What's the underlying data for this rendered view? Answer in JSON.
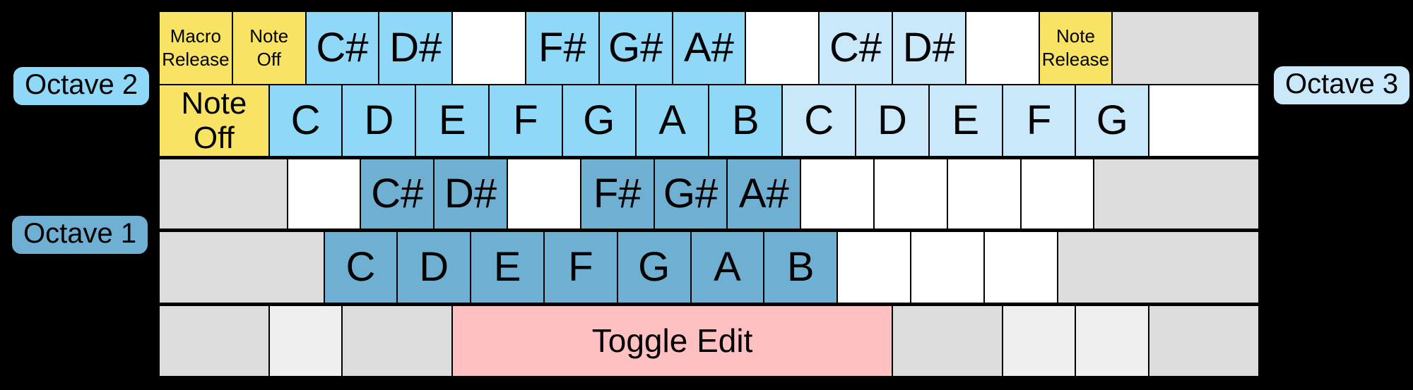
{
  "palette": {
    "yellow": "#F8E364",
    "octave1": "#6FAFD1",
    "octave2": "#8FD8F7",
    "octave3": "#C9E9FB",
    "pink": "#FFC0C1",
    "gray": "#DCDCDC",
    "grayLight": "#EFEFEF",
    "white": "#FFFFFF",
    "background": "#000000"
  },
  "badges": {
    "octave1": "Octave 1",
    "octave2": "Octave 2",
    "octave3": "Octave 3"
  },
  "keyboard": {
    "rows": [
      {
        "keys": [
          {
            "name": "key-macro-release",
            "label": "Macro\nRelease",
            "color": "yellow",
            "w": 1,
            "size": "xs"
          },
          {
            "name": "key-note-off",
            "label": "Note\nOff",
            "color": "yellow",
            "w": 1,
            "size": "xs"
          },
          {
            "name": "key-note-cs-oct2",
            "label": "C#",
            "color": "octave2",
            "w": 1,
            "size": "lg"
          },
          {
            "name": "key-note-ds-oct2",
            "label": "D#",
            "color": "octave2",
            "w": 1,
            "size": "lg"
          },
          {
            "name": "key-unmapped",
            "label": "",
            "color": "white",
            "w": 1,
            "size": "lg"
          },
          {
            "name": "key-note-fs-oct2",
            "label": "F#",
            "color": "octave2",
            "w": 1,
            "size": "lg"
          },
          {
            "name": "key-note-gs-oct2",
            "label": "G#",
            "color": "octave2",
            "w": 1,
            "size": "lg"
          },
          {
            "name": "key-note-as-oct2",
            "label": "A#",
            "color": "octave2",
            "w": 1,
            "size": "lg"
          },
          {
            "name": "key-unmapped",
            "label": "",
            "color": "white",
            "w": 1,
            "size": "lg"
          },
          {
            "name": "key-note-cs-oct3",
            "label": "C#",
            "color": "octave3",
            "w": 1,
            "size": "lg"
          },
          {
            "name": "key-note-ds-oct3",
            "label": "D#",
            "color": "octave3",
            "w": 1,
            "size": "lg"
          },
          {
            "name": "key-unmapped",
            "label": "",
            "color": "white",
            "w": 1,
            "size": "lg"
          },
          {
            "name": "key-note-release",
            "label": "Note\nRelease",
            "color": "yellow",
            "w": 1,
            "size": "xs"
          },
          {
            "name": "key-modifier",
            "label": "",
            "color": "gray",
            "w": 2,
            "size": "lg"
          }
        ]
      },
      {
        "keys": [
          {
            "name": "key-note-off-tab",
            "label": "Note\nOff",
            "color": "yellow",
            "w": 1.5,
            "size": "md"
          },
          {
            "name": "key-note-c-oct2",
            "label": "C",
            "color": "octave2",
            "w": 1,
            "size": "lg"
          },
          {
            "name": "key-note-d-oct2",
            "label": "D",
            "color": "octave2",
            "w": 1,
            "size": "lg"
          },
          {
            "name": "key-note-e-oct2",
            "label": "E",
            "color": "octave2",
            "w": 1,
            "size": "lg"
          },
          {
            "name": "key-note-f-oct2",
            "label": "F",
            "color": "octave2",
            "w": 1,
            "size": "lg"
          },
          {
            "name": "key-note-g-oct2",
            "label": "G",
            "color": "octave2",
            "w": 1,
            "size": "lg"
          },
          {
            "name": "key-note-a-oct2",
            "label": "A",
            "color": "octave2",
            "w": 1,
            "size": "lg"
          },
          {
            "name": "key-note-b-oct2",
            "label": "B",
            "color": "octave2",
            "w": 1,
            "size": "lg"
          },
          {
            "name": "key-note-c-oct3",
            "label": "C",
            "color": "octave3",
            "w": 1,
            "size": "lg"
          },
          {
            "name": "key-note-d-oct3",
            "label": "D",
            "color": "octave3",
            "w": 1,
            "size": "lg"
          },
          {
            "name": "key-note-e-oct3",
            "label": "E",
            "color": "octave3",
            "w": 1,
            "size": "lg"
          },
          {
            "name": "key-note-f-oct3",
            "label": "F",
            "color": "octave3",
            "w": 1,
            "size": "lg"
          },
          {
            "name": "key-note-g-oct3",
            "label": "G",
            "color": "octave3",
            "w": 1,
            "size": "lg"
          },
          {
            "name": "key-unmapped",
            "label": "",
            "color": "white",
            "w": 1.5,
            "size": "lg"
          }
        ]
      },
      {
        "keys": [
          {
            "name": "key-modifier",
            "label": "",
            "color": "gray",
            "w": 1.75,
            "size": "lg"
          },
          {
            "name": "key-unmapped",
            "label": "",
            "color": "white",
            "w": 1,
            "size": "lg"
          },
          {
            "name": "key-note-cs-oct1",
            "label": "C#",
            "color": "octave1",
            "w": 1,
            "size": "lg"
          },
          {
            "name": "key-note-ds-oct1",
            "label": "D#",
            "color": "octave1",
            "w": 1,
            "size": "lg"
          },
          {
            "name": "key-unmapped",
            "label": "",
            "color": "white",
            "w": 1,
            "size": "lg"
          },
          {
            "name": "key-note-fs-oct1",
            "label": "F#",
            "color": "octave1",
            "w": 1,
            "size": "lg"
          },
          {
            "name": "key-note-gs-oct1",
            "label": "G#",
            "color": "octave1",
            "w": 1,
            "size": "lg"
          },
          {
            "name": "key-note-as-oct1",
            "label": "A#",
            "color": "octave1",
            "w": 1,
            "size": "lg"
          },
          {
            "name": "key-unmapped",
            "label": "",
            "color": "white",
            "w": 1,
            "size": "lg"
          },
          {
            "name": "key-unmapped",
            "label": "",
            "color": "white",
            "w": 1,
            "size": "lg"
          },
          {
            "name": "key-unmapped",
            "label": "",
            "color": "white",
            "w": 1,
            "size": "lg"
          },
          {
            "name": "key-unmapped",
            "label": "",
            "color": "white",
            "w": 1,
            "size": "lg"
          },
          {
            "name": "key-modifier",
            "label": "",
            "color": "gray",
            "w": 2.25,
            "size": "lg"
          }
        ]
      },
      {
        "keys": [
          {
            "name": "key-modifier",
            "label": "",
            "color": "gray",
            "w": 2.25,
            "size": "lg"
          },
          {
            "name": "key-note-c-oct1",
            "label": "C",
            "color": "octave1",
            "w": 1,
            "size": "lg"
          },
          {
            "name": "key-note-d-oct1",
            "label": "D",
            "color": "octave1",
            "w": 1,
            "size": "lg"
          },
          {
            "name": "key-note-e-oct1",
            "label": "E",
            "color": "octave1",
            "w": 1,
            "size": "lg"
          },
          {
            "name": "key-note-f-oct1",
            "label": "F",
            "color": "octave1",
            "w": 1,
            "size": "lg"
          },
          {
            "name": "key-note-g-oct1",
            "label": "G",
            "color": "octave1",
            "w": 1,
            "size": "lg"
          },
          {
            "name": "key-note-a-oct1",
            "label": "A",
            "color": "octave1",
            "w": 1,
            "size": "lg"
          },
          {
            "name": "key-note-b-oct1",
            "label": "B",
            "color": "octave1",
            "w": 1,
            "size": "lg"
          },
          {
            "name": "key-unmapped",
            "label": "",
            "color": "white",
            "w": 1,
            "size": "lg"
          },
          {
            "name": "key-unmapped",
            "label": "",
            "color": "white",
            "w": 1,
            "size": "lg"
          },
          {
            "name": "key-unmapped",
            "label": "",
            "color": "white",
            "w": 1,
            "size": "lg"
          },
          {
            "name": "key-modifier",
            "label": "",
            "color": "gray",
            "w": 2.75,
            "size": "lg"
          }
        ]
      },
      {
        "keys": [
          {
            "name": "key-modifier",
            "label": "",
            "color": "gray",
            "w": 1.5,
            "size": "lg"
          },
          {
            "name": "key-modifier",
            "label": "",
            "color": "grayLight",
            "w": 1,
            "size": "lg"
          },
          {
            "name": "key-modifier",
            "label": "",
            "color": "gray",
            "w": 1.5,
            "size": "lg"
          },
          {
            "name": "key-toggle-edit",
            "label": "Toggle Edit",
            "color": "pink",
            "w": 6,
            "size": "sp"
          },
          {
            "name": "key-modifier",
            "label": "",
            "color": "gray",
            "w": 1.5,
            "size": "lg"
          },
          {
            "name": "key-modifier",
            "label": "",
            "color": "grayLight",
            "w": 1,
            "size": "lg"
          },
          {
            "name": "key-modifier",
            "label": "",
            "color": "grayLight",
            "w": 1,
            "size": "lg"
          },
          {
            "name": "key-modifier",
            "label": "",
            "color": "gray",
            "w": 1.5,
            "size": "lg"
          }
        ]
      }
    ]
  }
}
